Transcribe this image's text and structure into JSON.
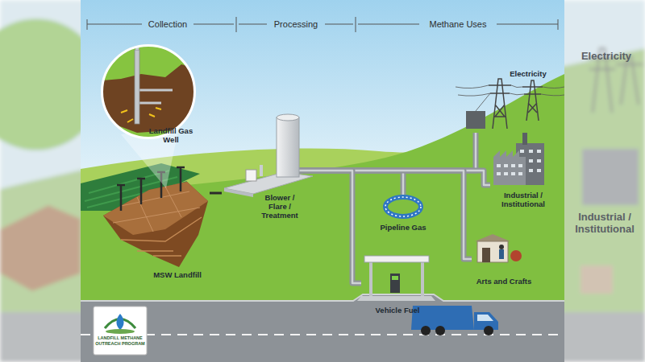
{
  "diagram": {
    "nodes": [
      {
        "text": [
          "Landfill Gas Well"
        ]
      },
      {
        "text": [
          "MSW Landfill"
        ]
      },
      {
        "text": [
          "Blower / Flare / Treatment"
        ]
      },
      {
        "text": [
          "Electricity"
        ]
      },
      {
        "text": [
          "Industrial / Institutional"
        ]
      },
      {
        "text": [
          "Pipeline Gas"
        ]
      },
      {
        "text": [
          "Arts and Crafts"
        ]
      },
      {
        "text": [
          "Vehicle Fuel"
        ]
      }
    ],
    "edges": [
      {
        "from": 1,
        "to": 2,
        "arrow": "none"
      },
      {
        "from": 2,
        "to": 3,
        "arrow": "none"
      },
      {
        "from": 2,
        "to": 4,
        "arrow": "none"
      },
      {
        "from": 2,
        "to": 5,
        "arrow": "none"
      },
      {
        "from": 2,
        "to": 6,
        "arrow": "none"
      },
      {
        "from": 2,
        "to": 7,
        "arrow": "none"
      }
    ],
    "labels": [
      "Collection",
      "Processing",
      "Methane Uses",
      "LANDFILL METHANE OUTREACH PROGRAM",
      "Electricity",
      "Industrial / Institutional"
    ]
  }
}
